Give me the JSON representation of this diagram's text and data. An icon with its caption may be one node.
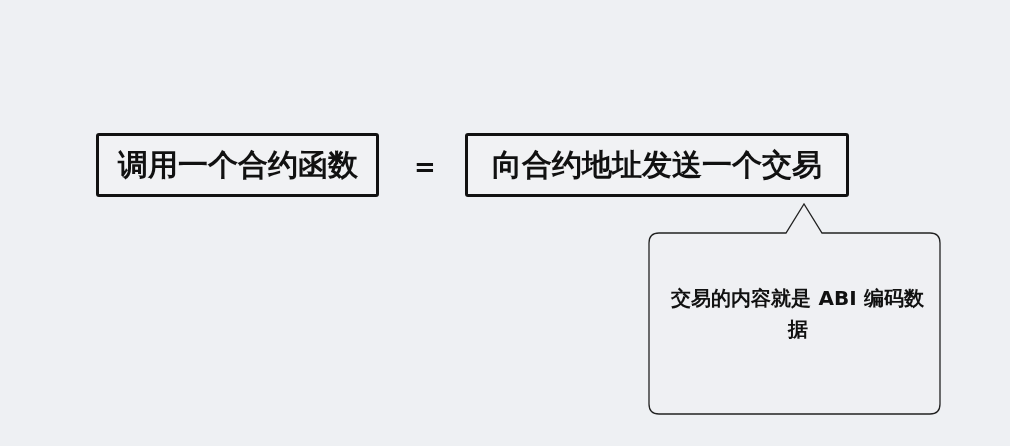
{
  "diagram": {
    "nodes": [
      {
        "text": [
          "调用一个合约函数"
        ]
      },
      {
        "text": [
          "向合约地址发送一个交易"
        ]
      },
      {
        "text": [
          "交易的内容就是 ABI 编码数据"
        ]
      }
    ],
    "labels": [
      "="
    ]
  }
}
